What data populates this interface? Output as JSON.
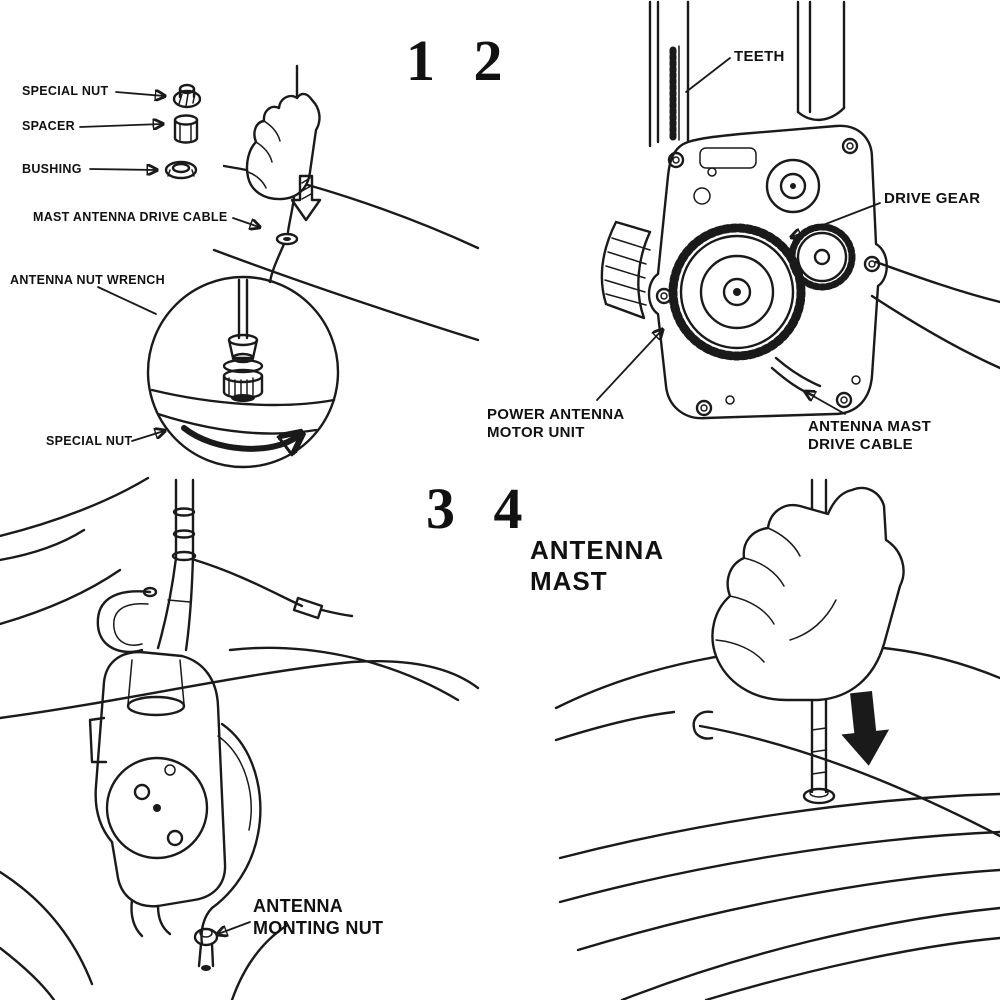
{
  "colors": {
    "ink": "#1a1a1a",
    "background": "#ffffff"
  },
  "steps": {
    "top": "1 2",
    "bottom": "3 4"
  },
  "panel1": {
    "labels": {
      "special_nut": "SPECIAL NUT",
      "spacer": "SPACER",
      "bushing": "BUSHING",
      "mast_antenna_drive_cable": "MAST ANTENNA DRIVE CABLE",
      "antenna_nut_wrench": "ANTENNA NUT WRENCH",
      "special_nut_detail": "SPECIAL NUT"
    }
  },
  "panel2": {
    "labels": {
      "teeth": "TEETH",
      "drive_gear": "DRIVE GEAR",
      "power_antenna_line1": "POWER ANTENNA",
      "power_antenna_line2": "MOTOR UNIT",
      "mast_cable_line1": "ANTENNA MAST",
      "mast_cable_line2": "DRIVE CABLE"
    }
  },
  "panel3": {
    "labels": {
      "mounting_nut_line1": "ANTENNA",
      "mounting_nut_line2": "MONTING NUT"
    }
  },
  "panel4": {
    "labels": {
      "antenna_mast_line1": "ANTENNA",
      "antenna_mast_line2": "MAST"
    }
  }
}
